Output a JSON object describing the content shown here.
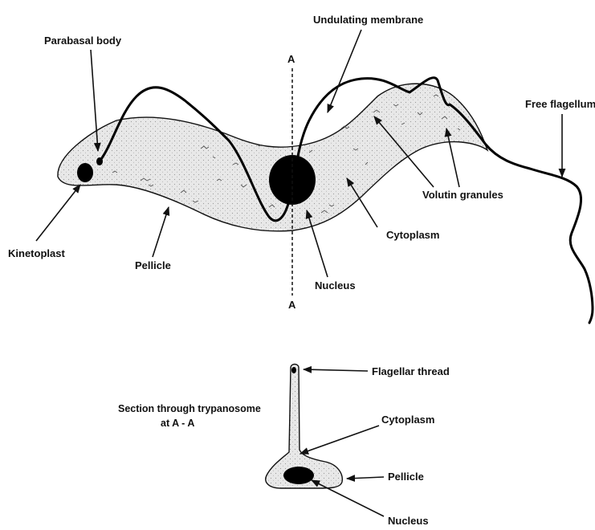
{
  "labels": {
    "parabasal_body": "Parabasal body",
    "undulating_membrane": "Undulating membrane",
    "free_flagellum": "Free flagellum",
    "section_line_top": "A",
    "section_line_bottom": "A",
    "volutin_granules": "Volutin granules",
    "cytoplasm": "Cytoplasm",
    "kinetoplast": "Kinetoplast",
    "pellicle": "Pellicle",
    "nucleus": "Nucleus"
  },
  "section": {
    "title_line1": "Section through trypanosome",
    "title_line2": "at A - A",
    "flagellar_thread": "Flagellar thread",
    "cytoplasm": "Cytoplasm",
    "pellicle": "Pellicle",
    "nucleus": "Nucleus"
  },
  "colors": {
    "ink": "#111111",
    "body_fill": "#e6e6e6",
    "background": "#ffffff"
  }
}
